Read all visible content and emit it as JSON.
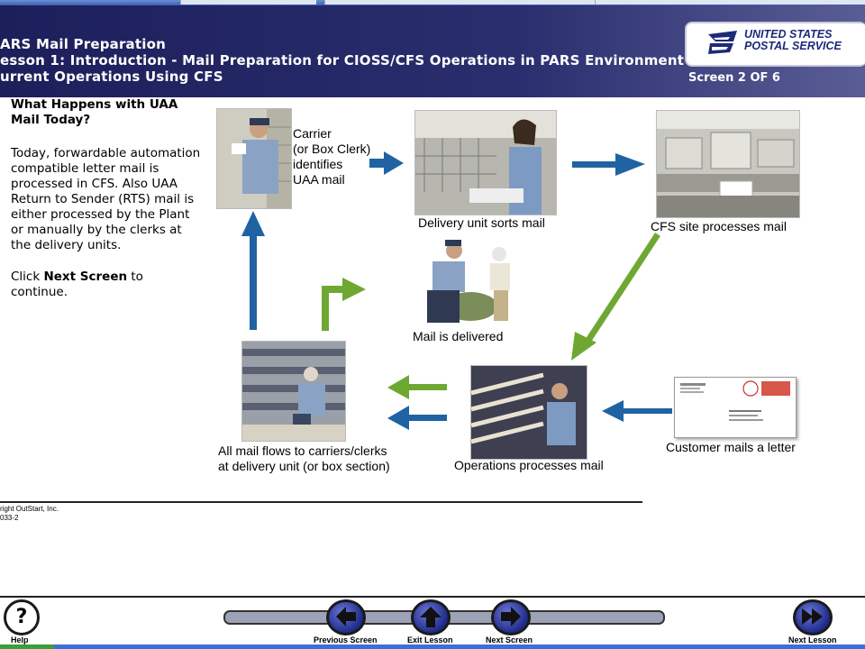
{
  "header": {
    "line1": "ARS Mail Preparation",
    "line2": "esson 1: Introduction - Mail Preparation for CIOSS/CFS Operations in PARS Environment",
    "line3": "urrent Operations Using CFS",
    "logo_line1": "UNITED STATES",
    "logo_line2": "POSTAL SERVICE",
    "screen_count": "Screen 2 OF 6"
  },
  "left": {
    "title": "What Happens with UAA Mail Today?",
    "para1": "Today, forwardable automation compatible letter mail is processed in CFS. Also UAA Return to Sender (RTS) mail is either processed by the Plant or manually by the clerks at the delivery units.",
    "para2_prefix": "Click ",
    "para2_bold": "Next Screen",
    "para2_suffix": " to continue."
  },
  "diagram": {
    "carrier_caption": "Carrier\n(or Box Clerk)\nidentifies\nUAA mail",
    "delivery_unit_caption": "Delivery unit sorts mail",
    "cfs_caption": "CFS site processes mail",
    "delivered_caption": "Mail is delivered",
    "operations_caption": "Operations processes mail",
    "customer_caption": "Customer mails a letter",
    "all_mail_caption": "All mail flows to carriers/clerks\nat delivery unit (or box section)"
  },
  "footer": {
    "copyright_line1": "right OutStart, Inc.",
    "copyright_line2": "033-2"
  },
  "nav": {
    "help": "Help",
    "previous": "Previous Screen",
    "exit": "Exit Lesson",
    "next": "Next Screen",
    "next_lesson": "Next Lesson"
  },
  "colors": {
    "header_dark": "#1c1f5a",
    "arrow_blue": "#1f63a2",
    "arrow_green": "#6ea832",
    "nav_button": "#1e2b8a"
  }
}
